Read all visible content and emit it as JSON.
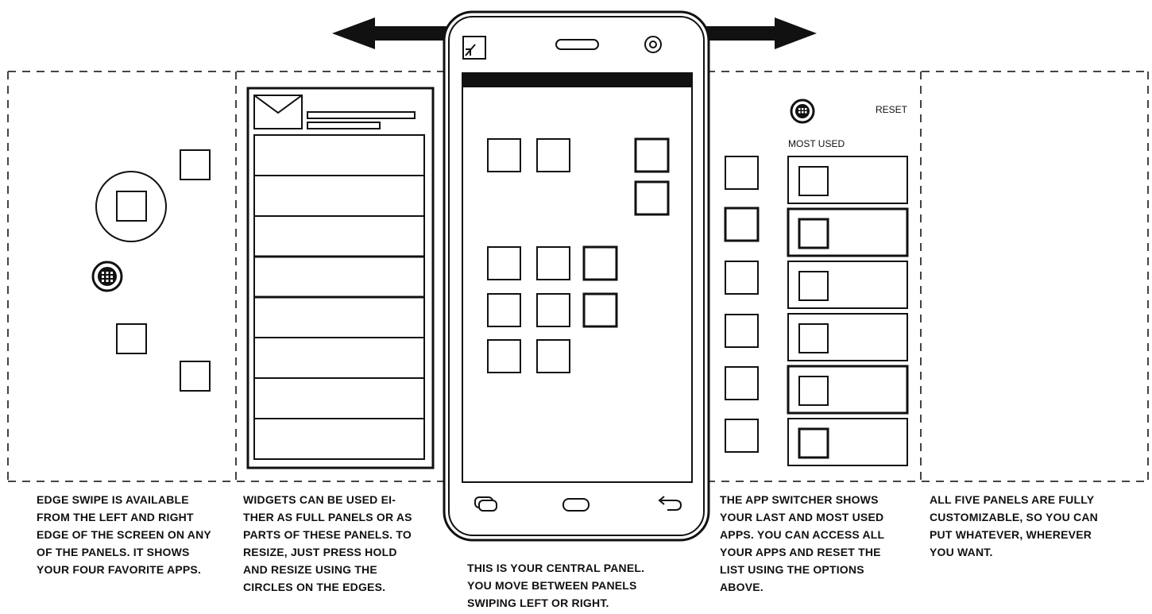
{
  "app_switcher": {
    "reset_label": "RESET",
    "most_used_label": "MOST USED"
  },
  "captions": {
    "edge_swipe": [
      "EDGE SWIPE IS AVAILABLE",
      "FROM THE LEFT AND RIGHT",
      "EDGE OF THE SCREEN ON ANY",
      "OF THE PANELS. IT SHOWS",
      "YOUR FOUR FAVORITE APPS."
    ],
    "widgets": [
      "WIDGETS CAN BE USED EI-",
      "THER AS FULL PANELS OR AS",
      "PARTS OF THESE PANELS. TO",
      "RESIZE, JUST PRESS HOLD",
      "AND RESIZE USING THE",
      "CIRCLES ON THE EDGES."
    ],
    "central": [
      "THIS IS YOUR CENTRAL PANEL.",
      "YOU MOVE BETWEEN PANELS",
      "SWIPING LEFT OR RIGHT."
    ],
    "app_switcher": [
      "THE APP SWITCHER SHOWS",
      "YOUR LAST AND MOST USED",
      "APPS. YOU CAN ACCESS ALL",
      "YOUR APPS AND RESET THE",
      "LIST USING THE OPTIONS",
      "ABOVE."
    ],
    "customizable": [
      "ALL FIVE PANELS ARE FULLY",
      "CUSTOMIZABLE, SO YOU CAN",
      "PUT WHATEVER, WHEREVER",
      "YOU WANT."
    ]
  },
  "icons": {
    "apps_grid": "app-drawer-grid-icon",
    "mail": "mail-envelope-icon",
    "phone_top_left": "resize-arrow-icon",
    "camera": "camera-icon",
    "speaker": "speaker-icon",
    "recents": "recents-icon",
    "home": "home-icon",
    "back": "back-arrow-icon"
  },
  "colors": {
    "ink": "#111111",
    "dash": "#444444",
    "background": "#ffffff"
  }
}
